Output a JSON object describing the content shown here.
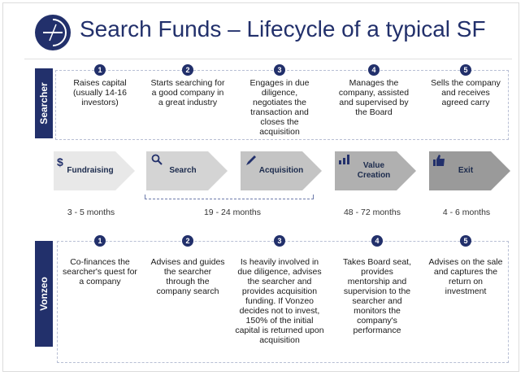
{
  "title": "Search Funds – Lifecycle of a typical SF",
  "bands": {
    "searcher": "Searcher",
    "vonzeo": "Vonzeo"
  },
  "searcher_steps": [
    {
      "num": "1",
      "text": "Raises capital (usually 14-16 investors)"
    },
    {
      "num": "2",
      "text": "Starts searching for a good company in a great industry"
    },
    {
      "num": "3",
      "text": "Engages in due diligence, negotiates the transaction and closes the acquisition"
    },
    {
      "num": "4",
      "text": "Manages the company, assisted and supervised by the Board"
    },
    {
      "num": "5",
      "text": "Sells the company and receives agreed carry"
    }
  ],
  "phases": [
    {
      "label": "Fundraising",
      "icon": "dollar-icon",
      "color": "#e8e8e8"
    },
    {
      "label": "Search",
      "icon": "magnifier-icon",
      "color": "#d4d4d4"
    },
    {
      "label": "Acquisition",
      "icon": "pen-icon",
      "color": "#c4c4c4"
    },
    {
      "label": "Value Creation",
      "icon": "bar-chart-icon",
      "color": "#b0b0b0"
    },
    {
      "label": "Exit",
      "icon": "thumbs-up-icon",
      "color": "#9a9a9a"
    }
  ],
  "durations": [
    "3 - 5 months",
    "19 - 24 months",
    "48 - 72 months",
    "4 - 6 months"
  ],
  "vonzeo_steps": [
    {
      "num": "1",
      "text": "Co-finances the searcher's quest for a company"
    },
    {
      "num": "2",
      "text": "Advises and guides the searcher through the company search"
    },
    {
      "num": "3",
      "text": "Is heavily involved in due diligence, advises the searcher and provides acquisition funding. If Vonzeo decides not to invest, 150% of the initial capital is returned upon acquisition"
    },
    {
      "num": "4",
      "text": "Takes Board seat, provides mentorship and supervision to the searcher and monitors the company's performance"
    },
    {
      "num": "5",
      "text": "Advises on the sale and captures the return on investment"
    }
  ]
}
